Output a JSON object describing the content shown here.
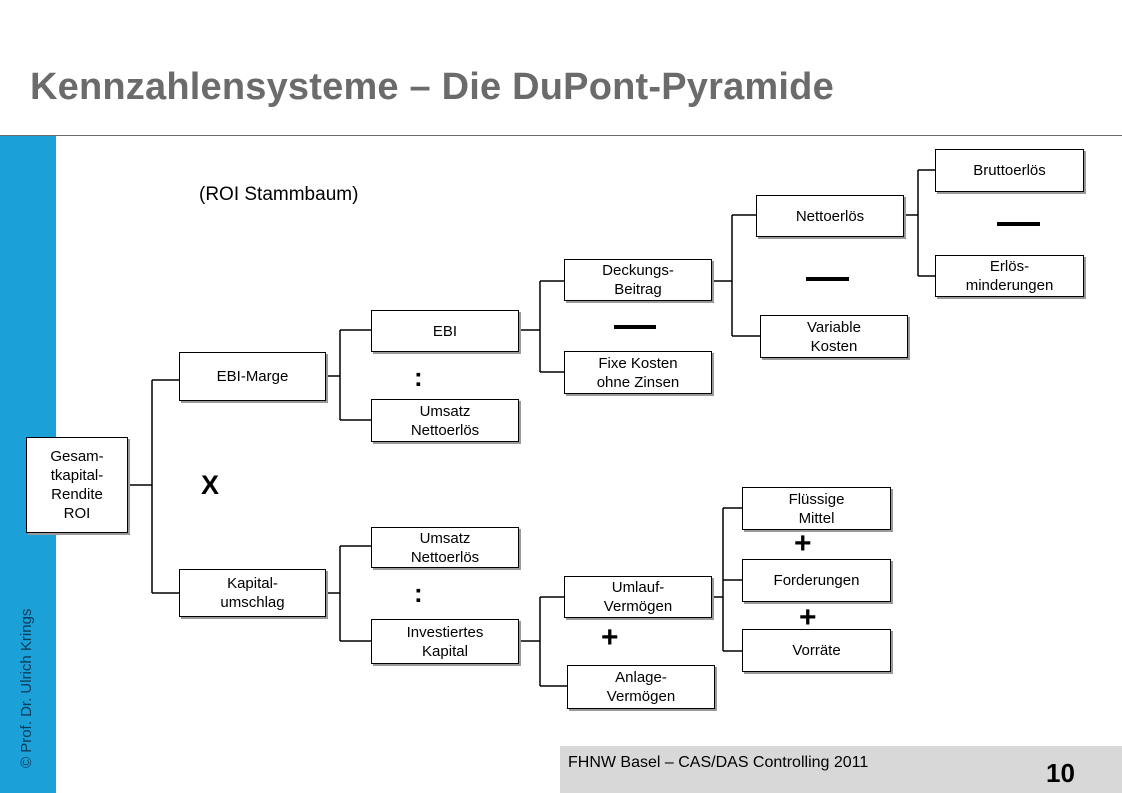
{
  "slide": {
    "title": "Kennzahlensysteme – Die DuPont-Pyramide",
    "subtitle": "(ROI Stammbaum)",
    "author": "© Prof.  Dr. Ulrich Krings",
    "footer": "FHNW Basel – CAS/DAS Controlling 2011",
    "page_number": "10",
    "colors": {
      "sidebar": "#1ba0d8",
      "title": "#6b6b6b",
      "footer_bar": "#d8d8d8"
    }
  },
  "boxes": {
    "roi": "Gesam-\ntkapital-\nRendite\nROI",
    "ebi_marge": "EBI-Marge",
    "kapitalumschlag": "Kapital-\numschlag",
    "ebi": "EBI",
    "umsatz1": "Umsatz\nNettoerlös",
    "umsatz2": "Umsatz\nNettoerlös",
    "investiertes_kapital": "Investiertes\nKapital",
    "deckungsbeitrag": "Deckungs-\nBeitrag",
    "fixe_kosten": "Fixe Kosten\nohne Zinsen",
    "umlaufvermoegen": "Umlauf-\nVermögen",
    "anlagevermoegen": "Anlage-\nVermögen",
    "nettoerloes": "Nettoerlös",
    "variable_kosten": "Variable\nKosten",
    "bruttoerloes": "Bruttoerlös",
    "erloesminderungen": "Erlös-\nminderungen",
    "fluessige_mittel": "Flüssige\nMittel",
    "forderungen": "Forderungen",
    "vorraete": "Vorräte"
  },
  "operators": {
    "multiply": "X",
    "divide1": ":",
    "divide2": ":",
    "plus1": "+",
    "plus2": "+",
    "plus3": "+"
  }
}
